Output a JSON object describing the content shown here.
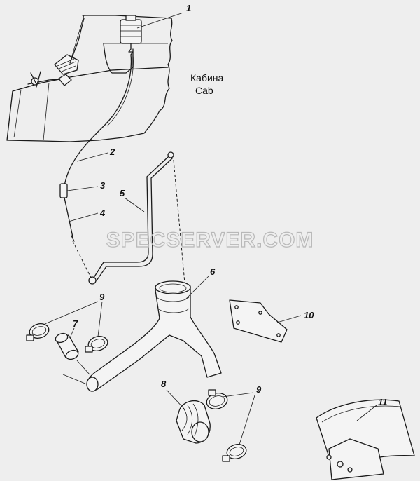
{
  "cab_label": {
    "ru": "Кабина",
    "en": "Cab"
  },
  "watermark": "SPECSERVER.COM",
  "callouts": [
    {
      "id": "1",
      "text": "1"
    },
    {
      "id": "2",
      "text": "2"
    },
    {
      "id": "3",
      "text": "3"
    },
    {
      "id": "4",
      "text": "4"
    },
    {
      "id": "5",
      "text": "5"
    },
    {
      "id": "6",
      "text": "6"
    },
    {
      "id": "7",
      "text": "7"
    },
    {
      "id": "8",
      "text": "8"
    },
    {
      "id": "9a",
      "text": "9"
    },
    {
      "id": "9b",
      "text": "9"
    },
    {
      "id": "10",
      "text": "10"
    },
    {
      "id": "11",
      "text": "11"
    }
  ]
}
